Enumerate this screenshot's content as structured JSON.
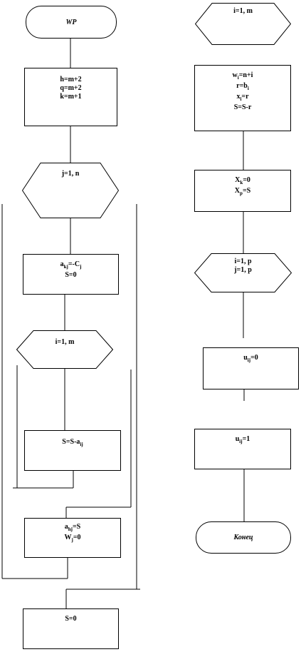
{
  "start_label": "WP",
  "end_label": "Конец",
  "blocks": {
    "init": [
      "h=m+2",
      "q=m+2",
      "k=m+1"
    ],
    "hex_j1": [
      "j=1,  n"
    ],
    "set_a": [
      "aₖj=-Cj",
      "S=0"
    ],
    "hex_i1": [
      "i=1,  m"
    ],
    "sum": [
      "S=S-aᵢj"
    ],
    "assign": [
      "aₕj=S",
      "Wj=0"
    ],
    "s0": [
      "S=0"
    ],
    "hex_i2": [
      "i=1,  m"
    ],
    "w_block": [
      "wi=n+i",
      "r=bi",
      "xi=r",
      "S=S-r"
    ],
    "x_block": [
      "Xk=0",
      "Xp=S"
    ],
    "hex_ij": [
      "i=1,  p",
      "j=1,  p"
    ],
    "u0": [
      "uij=0"
    ],
    "u1": [
      "uij=1"
    ]
  }
}
